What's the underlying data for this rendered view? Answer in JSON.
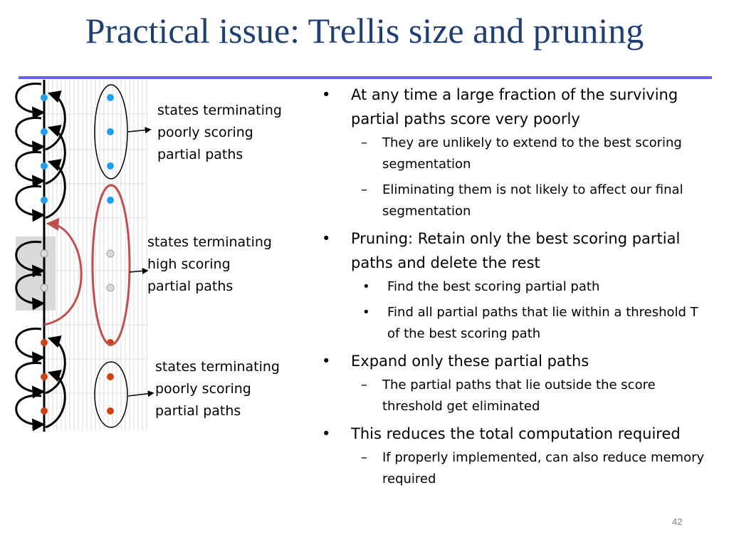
{
  "slide": {
    "title": "Practical issue: Trellis size and pruning",
    "page_number": "42"
  },
  "colors": {
    "title": "#1f3f73",
    "rule": "#6464e6",
    "poor_node": "#1f9ff0",
    "high_node": "#dcdcdc",
    "bottom_node": "#d04010",
    "high_ellipse": "#c0504d"
  },
  "diagram": {
    "label_top": [
      "states terminating",
      "poorly scoring",
      "partial paths"
    ],
    "label_middle": [
      "states terminating",
      "high scoring",
      "partial paths"
    ],
    "label_bottom": [
      "states terminating",
      "poorly scoring",
      "partial paths"
    ]
  },
  "bullets": [
    {
      "level": 1,
      "style": "dot",
      "text": "At any time a large fraction of the surviving partial paths score very poorly"
    },
    {
      "level": 2,
      "style": "dash",
      "text": "They are unlikely to extend to the best scoring segmentation"
    },
    {
      "level": 2,
      "style": "dash",
      "text": "Eliminating them is not likely to affect our final segmentation"
    },
    {
      "level": 1,
      "style": "dot",
      "text": "Pruning: Retain only the best scoring partial paths and delete the rest"
    },
    {
      "level": 2,
      "style": "dot",
      "text": "Find the best scoring partial path"
    },
    {
      "level": 2,
      "style": "dot",
      "text": "Find all partial paths that lie within a threshold T of the best scoring path"
    },
    {
      "level": 1,
      "style": "dot",
      "text": "Expand only these partial paths"
    },
    {
      "level": 2,
      "style": "dash",
      "text": "The partial paths that lie outside the score threshold get eliminated"
    },
    {
      "level": 1,
      "style": "dot",
      "text": "This reduces the total computation required"
    },
    {
      "level": 2,
      "style": "dash",
      "text": "If properly implemented, can also reduce memory required"
    }
  ]
}
